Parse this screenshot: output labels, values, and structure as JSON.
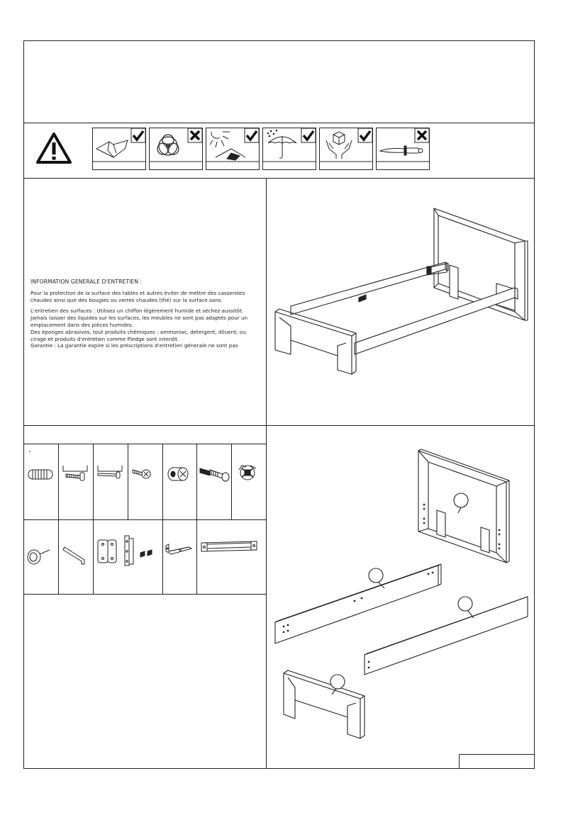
{
  "care_symbols": [
    {
      "icon": "cloth-icon",
      "mark": "check"
    },
    {
      "icon": "chemical-hazard-icon",
      "mark": "cross"
    },
    {
      "icon": "sun-icon",
      "mark": "check"
    },
    {
      "icon": "umbrella-rain-icon",
      "mark": "check"
    },
    {
      "icon": "fragile-box-hands-icon",
      "mark": "check"
    },
    {
      "icon": "knife-icon",
      "mark": "cross"
    }
  ],
  "maintenance": {
    "heading": "INFORMATION GENERALE D'ENTRETIEN :",
    "paragraph_1": "Pour la protection de la surface des tables et autres éviter de mettre des casseroles chaudes ainsi que des bougies ou verres chaudes (thé) sur la surface sans",
    "paragraph_2_line_1": "L'entretien des surfaces : Utilisez un chiffon légèrement humide et séchez aussitôt.",
    "paragraph_2_line_2": "Jamais laisser des liquides sur les surfaces, les meubles ne sont pas adaptés pour un emplacement dans des pièces humides.",
    "paragraph_2_line_3": "Des éponges abrasives, tout produits chémiques : ammoniac, detergent, diluent; ou cirage et produits d'entretien comme Pledge sont interdit.",
    "paragraph_2_line_4": "Garantie : La garantie expire si les préscriptions d'entretien génerale ne sont pas"
  },
  "hardware_row_1": [
    "wooden-dowel-icon",
    "long-screw-icon",
    "bolt-icon",
    "short-screw-icon",
    "cam-lock-icon",
    "cam-bolt-icon",
    "connector-nut-icon"
  ],
  "hardware_row_2": [
    "glide-nail-icon",
    "allen-key-icon",
    "hinge-plates-icon",
    "angle-bracket-icon",
    "rail-bracket-icon"
  ],
  "colors": {
    "line": "#222222",
    "background": "#ffffff"
  }
}
